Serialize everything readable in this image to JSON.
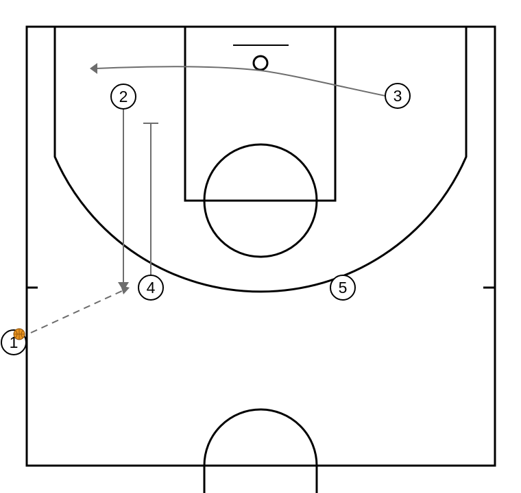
{
  "players": [
    {
      "id": "player-1",
      "label": "1"
    },
    {
      "id": "player-2",
      "label": "2"
    },
    {
      "id": "player-3",
      "label": "3"
    },
    {
      "id": "player-4",
      "label": "4"
    },
    {
      "id": "player-5",
      "label": "5"
    }
  ],
  "ball": {
    "holder": "1",
    "color": "#e8931e"
  },
  "colors": {
    "court_lines": "#000000",
    "movement_lines": "#6d6d6d"
  }
}
